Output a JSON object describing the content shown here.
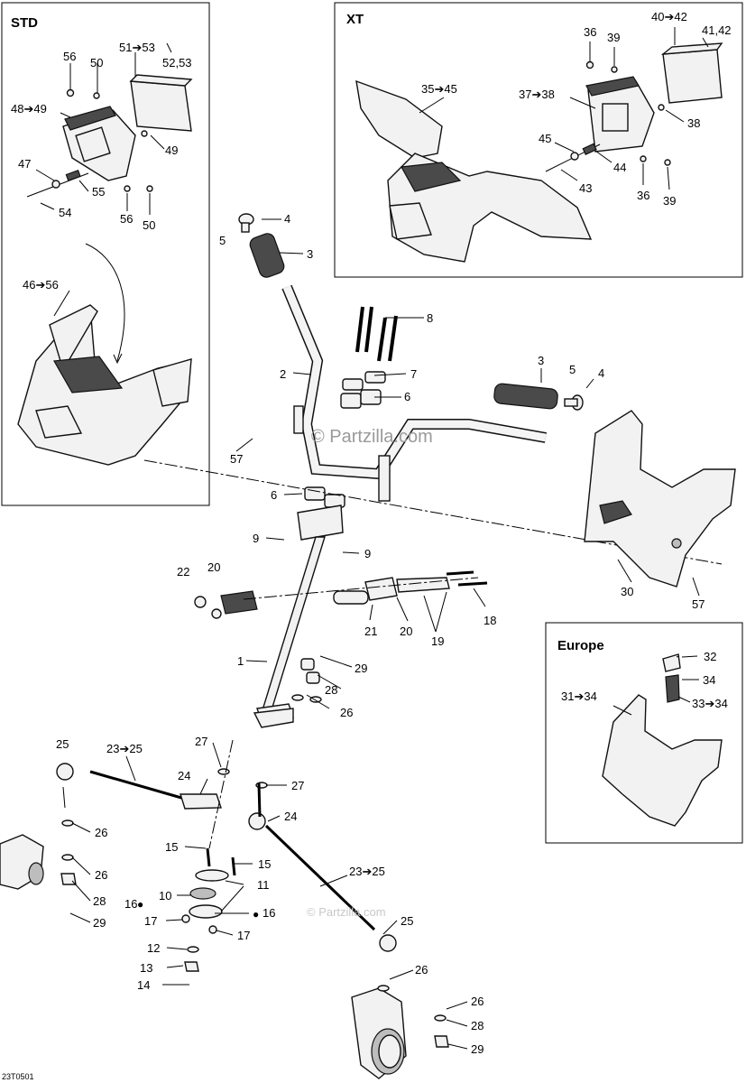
{
  "sections": {
    "std": "STD",
    "xt": "XT",
    "europe": "Europe"
  },
  "watermarks": {
    "center": "© Partzilla.com",
    "corner": "© Partzilla.com"
  },
  "image_code": "23T0501",
  "callouts": {
    "std_56a": "56",
    "std_50a": "50",
    "std_51_53": "51➔53",
    "std_52_53": "52,53",
    "std_48_49": "48➔49",
    "std_49": "49",
    "std_47": "47",
    "std_55": "55",
    "std_54": "54",
    "std_56b": "56",
    "std_50b": "50",
    "std_46_56": "46➔56",
    "xt_36a": "36",
    "xt_39a": "39",
    "xt_40_42": "40➔42",
    "xt_41_42": "41,42",
    "xt_35_45": "35➔45",
    "xt_37_38": "37➔38",
    "xt_38": "38",
    "xt_45": "45",
    "xt_44": "44",
    "xt_43": "43",
    "xt_36b": "36",
    "xt_39b": "39",
    "p4a": "4",
    "p5a": "5",
    "p3a": "3",
    "p8": "8",
    "p2": "2",
    "p7": "7",
    "p6a": "6",
    "p3b": "3",
    "p5b": "5",
    "p4b": "4",
    "p57a": "57",
    "p6b": "6",
    "p9a": "9",
    "p9b": "9",
    "p22": "22",
    "p20a": "20",
    "p21": "21",
    "p20b": "20",
    "p19": "19",
    "p18": "18",
    "p30": "30",
    "p57b": "57",
    "p1": "1",
    "p29a": "29",
    "p28a": "28",
    "p26a": "26",
    "p25a": "25",
    "p23_25a": "23➔25",
    "p27a": "27",
    "p24a": "24",
    "p26b": "26",
    "p27b": "27",
    "p24b": "24",
    "p26c": "26",
    "p15a": "15",
    "p15b": "15",
    "p28b": "28",
    "p11": "11",
    "p10": "10",
    "p29b": "29",
    "p16a": "16",
    "p16b": "16",
    "p17a": "17",
    "p17b": "17",
    "p23_25b": "23➔25",
    "p12": "12",
    "p25b": "25",
    "p13": "13",
    "p26d": "26",
    "p14": "14",
    "p26e": "26",
    "p28c": "28",
    "p29c": "29",
    "eu_32": "32",
    "eu_34": "34",
    "eu_31_34": "31➔34",
    "eu_33_34": "33➔34"
  }
}
